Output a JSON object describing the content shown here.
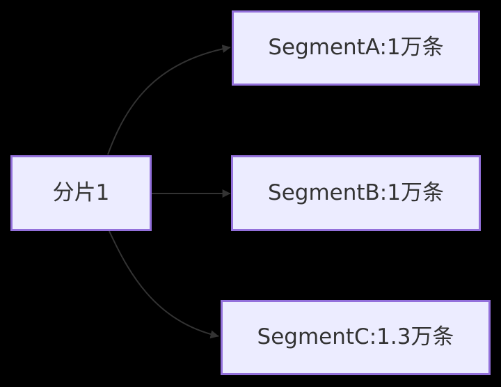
{
  "diagram": {
    "type": "flowchart",
    "direction": "LR",
    "colors": {
      "background": "#000000",
      "node_fill": "#ECECFF",
      "node_border": "#9370DB",
      "node_text": "#333333",
      "edge_line": "#333333",
      "arrowhead": "#333333"
    },
    "nodes": [
      {
        "id": "shard1",
        "label": "分片1"
      },
      {
        "id": "segmentA",
        "label": "SegmentA:1万条"
      },
      {
        "id": "segmentB",
        "label": "SegmentB:1万条"
      },
      {
        "id": "segmentC",
        "label": "SegmentC:1.3万条"
      }
    ],
    "edges": [
      {
        "from": "shard1",
        "to": "segmentA"
      },
      {
        "from": "shard1",
        "to": "segmentB"
      },
      {
        "from": "shard1",
        "to": "segmentC"
      }
    ]
  }
}
